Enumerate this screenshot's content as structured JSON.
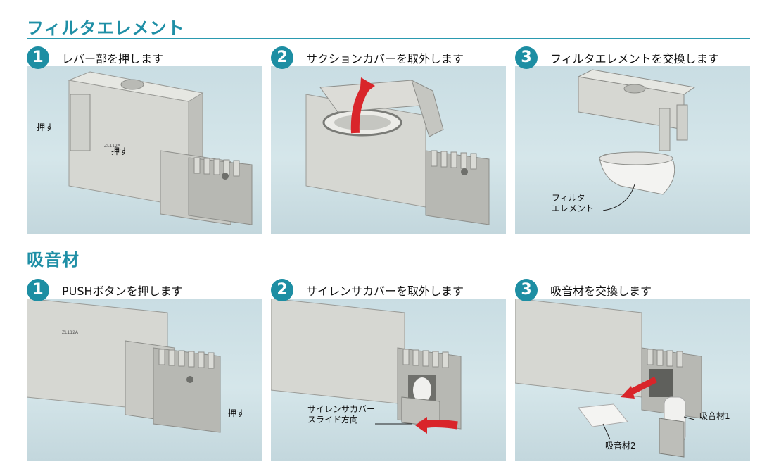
{
  "sections": [
    {
      "title": "フィルタエレメント",
      "steps": [
        {
          "number": "1",
          "label": "レバー部を押します",
          "callouts": [
            "押す",
            "押す"
          ]
        },
        {
          "number": "2",
          "label": "サクションカバーを取外します",
          "callouts": []
        },
        {
          "number": "3",
          "label": "フィルタエレメントを交換します",
          "callouts": [
            "フィルタ",
            "エレメント"
          ]
        }
      ]
    },
    {
      "title": "吸音材",
      "steps": [
        {
          "number": "1",
          "label": "PUSHボタンを押します",
          "callouts": [
            "押す"
          ]
        },
        {
          "number": "2",
          "label": "サイレンサカバーを取外します",
          "callouts": [
            "サイレンサカバー",
            "スライド方向"
          ]
        },
        {
          "number": "3",
          "label": "吸音材を交換します",
          "callouts": [
            "吸音材1",
            "吸音材2"
          ]
        }
      ]
    }
  ],
  "colors": {
    "accent": "#1d8ea3",
    "arrow": "#d9252a",
    "body": "#d8d9d4"
  }
}
